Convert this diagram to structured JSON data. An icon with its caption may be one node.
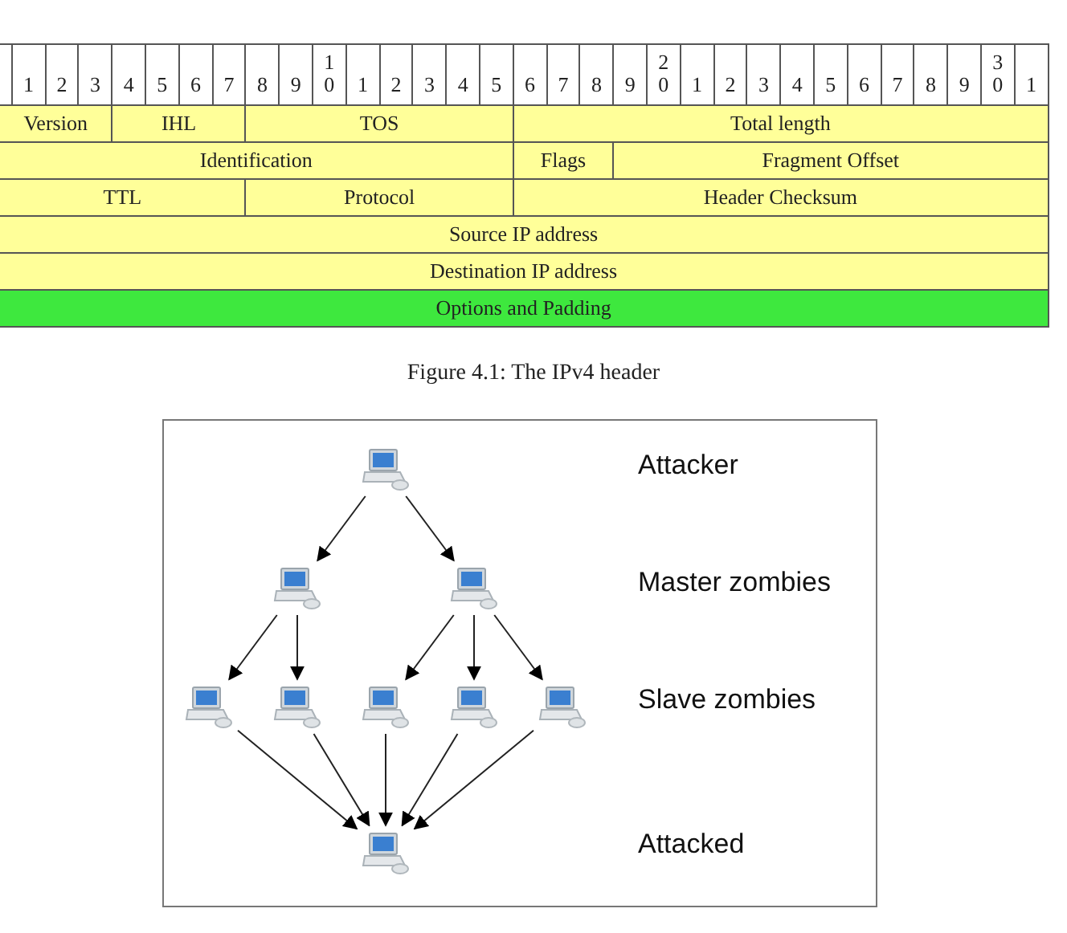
{
  "diagram": {
    "caption": "Figure 4.1: The IPv4 header",
    "nodes": [
      {
        "text": [],
        "shape": "computer"
      },
      {
        "text": [],
        "shape": "computer"
      },
      {
        "text": [],
        "shape": "computer"
      },
      {
        "text": [],
        "shape": "computer"
      },
      {
        "text": [],
        "shape": "computer"
      },
      {
        "text": [],
        "shape": "computer"
      },
      {
        "text": [],
        "shape": "computer"
      },
      {
        "text": [],
        "shape": "computer"
      },
      {
        "text": [],
        "shape": "computer"
      }
    ],
    "edges": [
      {
        "from": 0,
        "to": 1,
        "arrow": "to"
      },
      {
        "from": 0,
        "to": 2,
        "arrow": "to"
      },
      {
        "from": 1,
        "to": 3,
        "arrow": "to"
      },
      {
        "from": 1,
        "to": 4,
        "arrow": "to"
      },
      {
        "from": 2,
        "to": 5,
        "arrow": "to"
      },
      {
        "from": 2,
        "to": 6,
        "arrow": "to"
      },
      {
        "from": 2,
        "to": 7,
        "arrow": "to"
      },
      {
        "from": 3,
        "to": 8,
        "arrow": "to"
      },
      {
        "from": 4,
        "to": 8,
        "arrow": "to"
      },
      {
        "from": 5,
        "to": 8,
        "arrow": "to"
      },
      {
        "from": 6,
        "to": 8,
        "arrow": "to"
      },
      {
        "from": 7,
        "to": 8,
        "arrow": "to"
      }
    ],
    "labels": [
      "1",
      "2",
      "3",
      "4",
      "5",
      "6",
      "7",
      "8",
      "9",
      "1 0",
      "1",
      "2",
      "3",
      "4",
      "5",
      "6",
      "7",
      "8",
      "9",
      "2 0",
      "1",
      "2",
      "3",
      "4",
      "5",
      "6",
      "7",
      "8",
      "9",
      "3 0",
      "1",
      "Version",
      "IHL",
      "TOS",
      "Total length",
      "Identification",
      "Flags",
      "Fragment Offset",
      "TTL",
      "Protocol",
      "Header Checksum",
      "Source IP address",
      "Destination IP address",
      "Options and Padding",
      "Attacker",
      "Master zombies",
      "Slave zombies",
      "Attacked"
    ]
  }
}
